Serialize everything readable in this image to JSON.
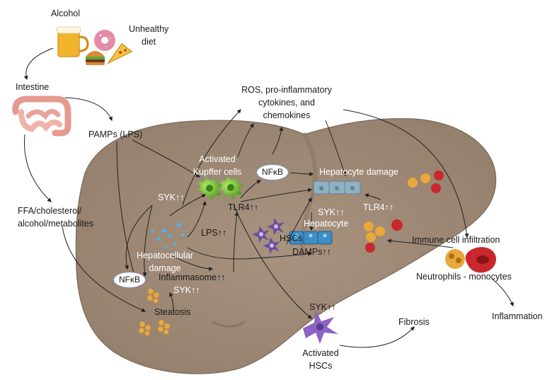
{
  "labels": {
    "alcohol": "Alcohol",
    "unhealthy_diet": [
      "Unhealthy",
      "diet"
    ],
    "intestine": "Intestine",
    "pamps": "PAMPs (LPS)",
    "ffa": [
      "FFA/cholesterol/",
      "alcohol/metabolites"
    ],
    "ros": [
      "ROS, pro-inflammatory",
      "cytokines, and",
      "chemokines"
    ],
    "activated_kupffer": [
      "Activated",
      "Kupffer cells"
    ],
    "nfkb_top": "NFκB",
    "nfkb_left": "NFκB",
    "hepatocyte_damage": "Hepatocyte damage",
    "syk_left": "SYK↑↑",
    "tlr4_center": "TLR4↑↑",
    "syk_right": "SYK↑↑",
    "tlr4_right": "TLR4↑↑",
    "hepatocyte": "Hepatocyte",
    "lps": "LPS↑↑",
    "hscs": "HSCs",
    "damps": "DAMPs↑↑",
    "hepatocellular": [
      "Hepatocellular",
      "damage"
    ],
    "inflammasome": "Inflammasome↑↑",
    "syk_inflammasome": "SYK↑↑",
    "steatosis": "Steatosis",
    "immune_infiltration": "Immune cell infiltration",
    "neutrophils_monocytes": "Neutrophils - monocytes",
    "inflammation": "Inflammation",
    "syk_hsc": "SYK↑↑",
    "fibrosis": "Fibrosis",
    "activated_hscs": [
      "Activated",
      "HSCs"
    ]
  },
  "colors": {
    "liver": "#a08c7a",
    "liver_dark": "#8d7a69",
    "arrow": "#222222",
    "hepatocyte_cells": "#7fa3b6",
    "hepatocyte_blue": "#3d8ec4",
    "kupffer": "#6fbf3a",
    "hsc": "#6a4f9a",
    "neutrophil": "#e8a83a",
    "monocyte": "#c8282d",
    "nfkb_border": "#7d8fb3"
  }
}
